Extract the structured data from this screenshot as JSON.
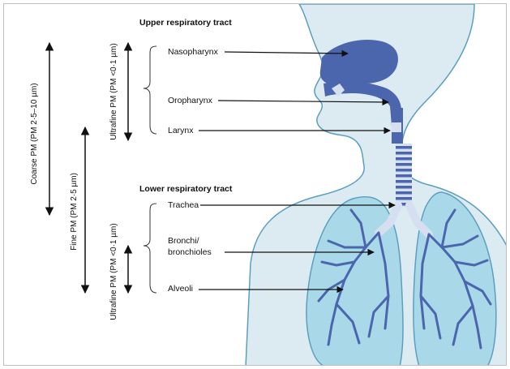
{
  "headings": {
    "upper": "Upper respiratory tract",
    "lower": "Lower respiratory tract"
  },
  "labels": {
    "nasopharynx": "Nasopharynx",
    "oropharynx": "Oropharynx",
    "larynx": "Larynx",
    "trachea": "Trachea",
    "bronchi_line1": "Bronchi/",
    "bronchi_line2": "bronchioles",
    "alveoli": "Alveoli"
  },
  "ranges": {
    "coarse": "Coarse PM (PM 2·5–10 µm)",
    "fine": "Fine PM (PM 2·5 µm)",
    "ultrafine_upper": "Ultrafine PM (PM <0·1 µm)",
    "ultrafine_lower": "Ultrafine PM (PM <0·1 µm)"
  },
  "colors": {
    "body_fill": "#dcebf2",
    "body_stroke": "#5b9fbe",
    "lung_fill": "#a9d9e8",
    "airway": "#4b66ad",
    "airway_light": "#d6dff0",
    "text": "#111111"
  }
}
